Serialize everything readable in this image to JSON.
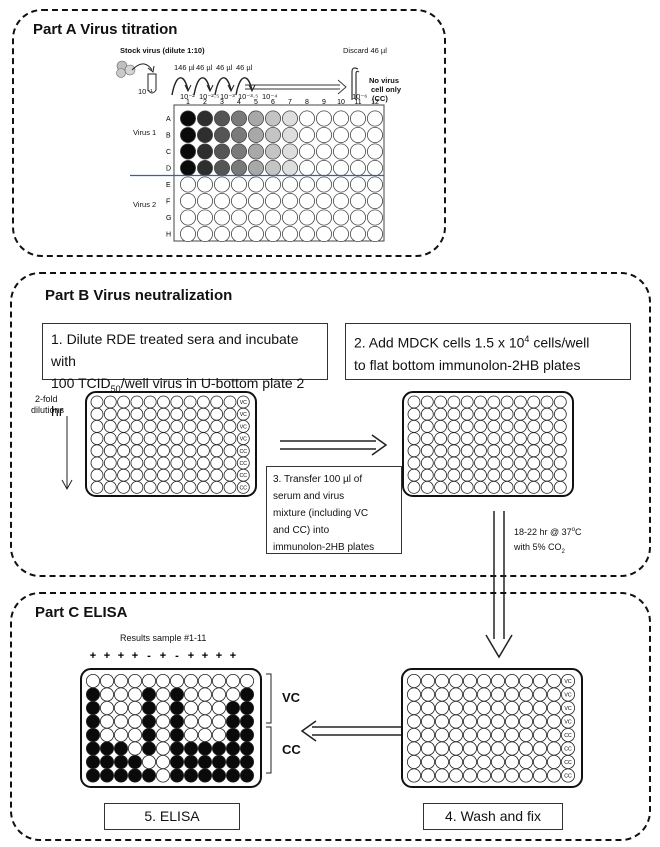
{
  "partA": {
    "title": "Part A Virus titration",
    "stock_label": "Stock virus (dilute 1:10)",
    "stock_dilution": "10⁻¹",
    "transfer_volumes": [
      "146 µl",
      "46 µl",
      "46 µl",
      "46 µl"
    ],
    "discard": "Discard 46 µl",
    "no_virus": "No virus",
    "cell_only": "cell only",
    "cc": "(CC)",
    "dilution_labels": [
      "10⁻²",
      "10⁻²·⁵",
      "10⁻³",
      "10⁻³·⁵",
      "10⁻⁴"
    ],
    "dilution_end": "10⁻⁶",
    "columns": [
      "1",
      "2",
      "3",
      "4",
      "5",
      "6",
      "7",
      "8",
      "9",
      "10",
      "11",
      "12"
    ],
    "rows": [
      "A",
      "B",
      "C",
      "D",
      "E",
      "F",
      "G",
      "H"
    ],
    "virus1": "Virus 1",
    "virus2": "Virus 2",
    "column_fill": [
      "#0a0a0a",
      "#2e2e2e",
      "#555555",
      "#7a7a7a",
      "#a8a8a8",
      "#c4c4c4",
      "#dedede",
      "#ffffff",
      "#ffffff",
      "#ffffff",
      "#ffffff",
      "#ffffff"
    ]
  },
  "partB": {
    "title": "Part B Virus neutralization",
    "step1_line1": "1. Dilute RDE treated sera and incubate with",
    "step1_line2_pre": "100 TCID",
    "step1_line2_sub": "50",
    "step1_line2_post": "/well virus in U-bottom plate 2 hr",
    "step2_line1": "2. Add MDCK cells 1.5 x 10",
    "step2_sup": "4",
    "step2_line1_post": " cells/well",
    "step2_line2": "to flat bottom immunolon-2HB plates",
    "dilutions_label_1": "2-fold",
    "dilutions_label_2": "dilutions",
    "step3_lines": [
      "3. Transfer 100 µl of",
      "serum and virus",
      "mixture (including VC",
      "and CC) into",
      "immunolon-2HB plates"
    ],
    "incubation_line1_pre": "18-22 hr @ 37",
    "incubation_line1_sup": "o",
    "incubation_line1_post": "C",
    "incubation_line2_pre": "with 5% CO",
    "incubation_line2_sub": "2",
    "control_labels": [
      "VC",
      "VC",
      "VC",
      "VC",
      "CC",
      "CC",
      "CC",
      "CC"
    ]
  },
  "partC": {
    "title": "Part C ELISA",
    "results_label": "Results sample #1-11",
    "signs": [
      "+",
      "+",
      "+",
      "+",
      "-",
      "+",
      "-",
      "+",
      "+",
      "+",
      "+"
    ],
    "vc": "VC",
    "cc": "CC",
    "step4": "4. Wash and fix",
    "step5": "5. ELISA",
    "elisa_pattern": [
      "oooooooooooo",
      "•ooo•o•oooo•",
      "•ooo•o•ooo••",
      "•ooo•o•ooo••",
      "•ooo•o•ooo••",
      "•••o•o••••••",
      "••••oo••••••",
      "•••••o••••••"
    ]
  },
  "colors": {
    "line": "#111111",
    "divider": "#2f62b5",
    "dark_well": "#0a0a0a"
  }
}
